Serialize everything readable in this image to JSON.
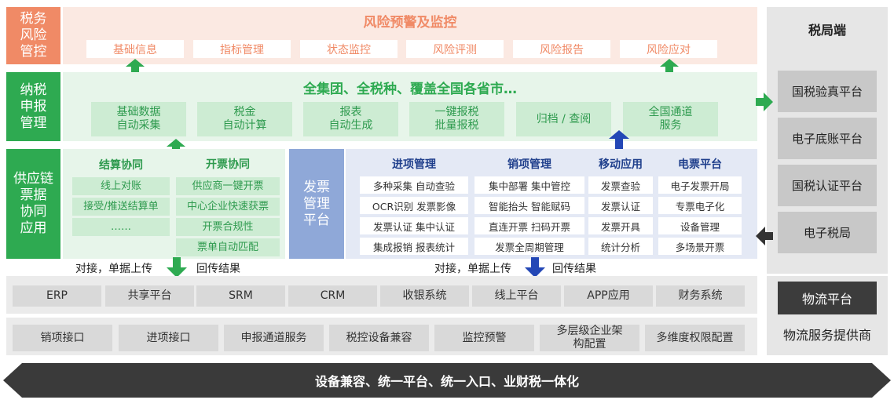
{
  "sections": {
    "risk": {
      "label": "税务\n风险\n管控",
      "title": "风险预警及监控",
      "items": [
        "基础信息",
        "指标管理",
        "状态监控",
        "风险评测",
        "风险报告",
        "风险应对"
      ]
    },
    "tax_filing": {
      "label": "纳税\n申报\n管理",
      "title": "全集团、全税种、覆盖全国各省市…",
      "items": [
        "基础数据\n自动采集",
        "税金\n自动计算",
        "报表\n自动生成",
        "一键报税\n批量报税",
        "归档 / 查阅",
        "全国通道\n服务"
      ]
    },
    "supply_chain": {
      "label": "供应链\n票据\n协同\n应用",
      "settlement": {
        "title": "结算协同",
        "items": [
          "线上对账",
          "接受/推送结算单",
          "……"
        ]
      },
      "invoicing": {
        "title": "开票协同",
        "items": [
          "供应商一键开票",
          "中心企业快速获票",
          "开票合规性",
          "票单自动匹配"
        ]
      }
    },
    "invoice_platform": {
      "label": "发票\n管理\n平台",
      "columns": [
        {
          "title": "进项管理",
          "items": [
            "多种采集 自动查验",
            "OCR识别 发票影像",
            "发票认证 集中认证",
            "集成报销 报表统计"
          ]
        },
        {
          "title": "销项管理",
          "items": [
            "集中部署 集中管控",
            "智能抬头 智能赋码",
            "直连开票 扫码开票",
            "发票全周期管理"
          ]
        },
        {
          "title": "移动应用",
          "items": [
            "发票查验",
            "发票认证",
            "发票开具",
            "统计分析"
          ]
        },
        {
          "title": "电票平台",
          "items": [
            "电子发票开局",
            "专票电子化",
            "设备管理",
            "多场景开票"
          ]
        }
      ]
    }
  },
  "flow": {
    "left": {
      "upload": "对接，单据上传",
      "return": "回传结果"
    },
    "right": {
      "upload": "对接，单据上传",
      "return": "回传结果"
    }
  },
  "systems": [
    "ERP",
    "共享平台",
    "SRM",
    "CRM",
    "收银系统",
    "线上平台",
    "APP应用",
    "财务系统"
  ],
  "interfaces": [
    "销项接口",
    "进项接口",
    "申报通道服务",
    "税控设备兼容",
    "监控预警",
    "多层级企业架\n构配置",
    "多维度权限配置"
  ],
  "tax_bureau": {
    "title": "税局端",
    "items": [
      "国税验真平台",
      "电子底账平台",
      "国税认证平台",
      "电子税局"
    ]
  },
  "logistics": {
    "platform": "物流平台",
    "provider": "物流服务提供商"
  },
  "footer": "设备兼容、统一平台、统一入口、业财税一体化",
  "colors": {
    "risk": "#f08a66",
    "risk_bg": "#fbe9e2",
    "green": "#2eaa51",
    "green_bg": "#e7f5ea",
    "blue": "#8fa8d8",
    "blue_bg": "#e4e9f5",
    "blue_text": "#1f3f8c",
    "gray": "#e6e6e6",
    "dark": "#3a3a3a"
  }
}
